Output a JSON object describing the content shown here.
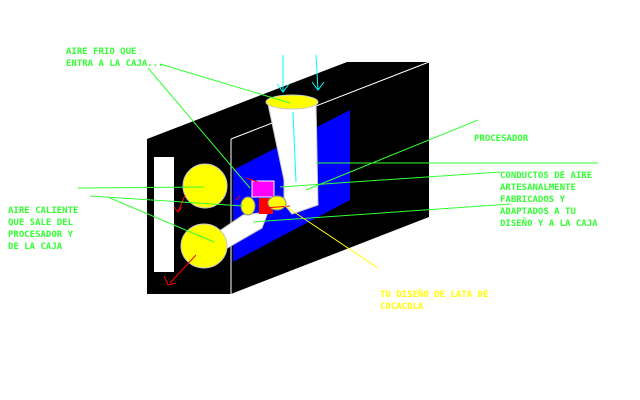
{
  "colors": {
    "box": "#000000",
    "panel": "#0000ff",
    "fan": "#ffff00",
    "label": "#33ff33",
    "cyan_arrow": "#00ffff",
    "red_arrow": "#ff0000",
    "chip": "#ff00ff",
    "duct": "#ffffff",
    "leader_yellow": "#ffff00"
  },
  "labels": {
    "cold_air": [
      "AIRE FRIO QUE",
      "ENTRA A LA CAJA..."
    ],
    "processor": [
      "PROCESADOR"
    ],
    "hot_air": [
      "AIRE CALIENTE",
      "QUE SALE DEL",
      "PROCESADOR Y",
      "DE LA CAJA"
    ],
    "ducts": [
      "CONDUCTOS DE AIRE",
      "ARTESANALMENTE",
      "FABRICADOS Y",
      "ADAPTADOS A TU",
      "DISEÑO Y A LA CAJA"
    ],
    "can_design": [
      "TU DISEÑO DE LATA DE",
      "COCACOLA"
    ]
  }
}
